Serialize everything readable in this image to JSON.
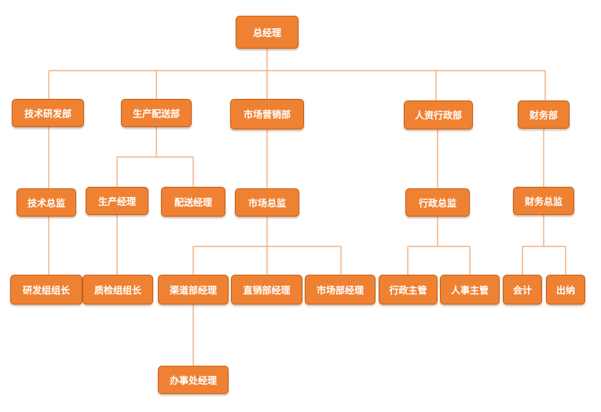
{
  "colors": {
    "node_fill": "#ef8132",
    "node_border": "#c4621c",
    "connector": "#f0a36a",
    "text": "#ffffff"
  },
  "nodes": {
    "ceo": "总经理",
    "tech_dept": "技术研发部",
    "prod_dept": "生产配送部",
    "mkt_dept": "市场营销部",
    "hr_dept": "人资行政部",
    "fin_dept": "财务部",
    "tech_director": "技术总监",
    "prod_manager": "生产经理",
    "dist_manager": "配送经理",
    "mkt_director": "市场总监",
    "admin_director": "行政总监",
    "fin_director": "财务总监",
    "rd_leader": "研发组组长",
    "qc_leader": "质检组组长",
    "channel_manager": "渠道部经理",
    "direct_sales_manager": "直销部经理",
    "market_manager": "市场部经理",
    "admin_supervisor": "行政主管",
    "hr_supervisor": "人事主管",
    "accountant": "会计",
    "cashier": "出纳",
    "office_manager": "办事处经理"
  }
}
